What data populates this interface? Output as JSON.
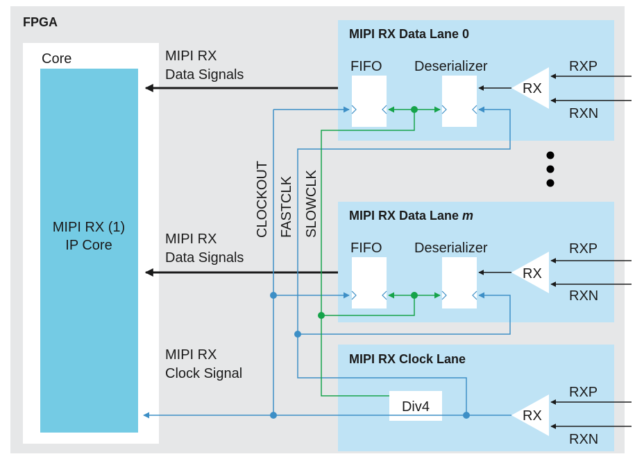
{
  "fpga_label": "FPGA",
  "core": {
    "label": "Core",
    "ip_line1": "MIPI RX (1)",
    "ip_line2": "IP Core"
  },
  "signals": {
    "data_top_1": "MIPI RX",
    "data_top_2": "Data Signals",
    "data_bot_1": "MIPI RX",
    "data_bot_2": "Data Signals",
    "clock_1": "MIPI RX",
    "clock_2": "Clock Signal",
    "clockout": "CLOCKOUT",
    "fastclk": "FASTCLK",
    "slowclk": "SLOWCLK"
  },
  "lane0": {
    "title": "MIPI RX Data Lane 0",
    "fifo": "FIFO",
    "deser": "Deserializer",
    "rx": "RX",
    "rxp": "RXP",
    "rxn": "RXN"
  },
  "lanem": {
    "title_prefix": "MIPI RX Data Lane ",
    "title_var": "m",
    "fifo": "FIFO",
    "deser": "Deserializer",
    "rx": "RX",
    "rxp": "RXP",
    "rxn": "RXN"
  },
  "clocklane": {
    "title": "MIPI RX Clock Lane",
    "div": "Div4",
    "rx": "RX",
    "rxp": "RXP",
    "rxn": "RXN"
  },
  "colors": {
    "background": "#e6e7e8",
    "lane_fill": "#bfe3f5",
    "ip_fill": "#74cbe4",
    "clock_wire": "#3d8fc6",
    "green_wire": "#16a34a",
    "data_wire": "#1a1a1a"
  }
}
